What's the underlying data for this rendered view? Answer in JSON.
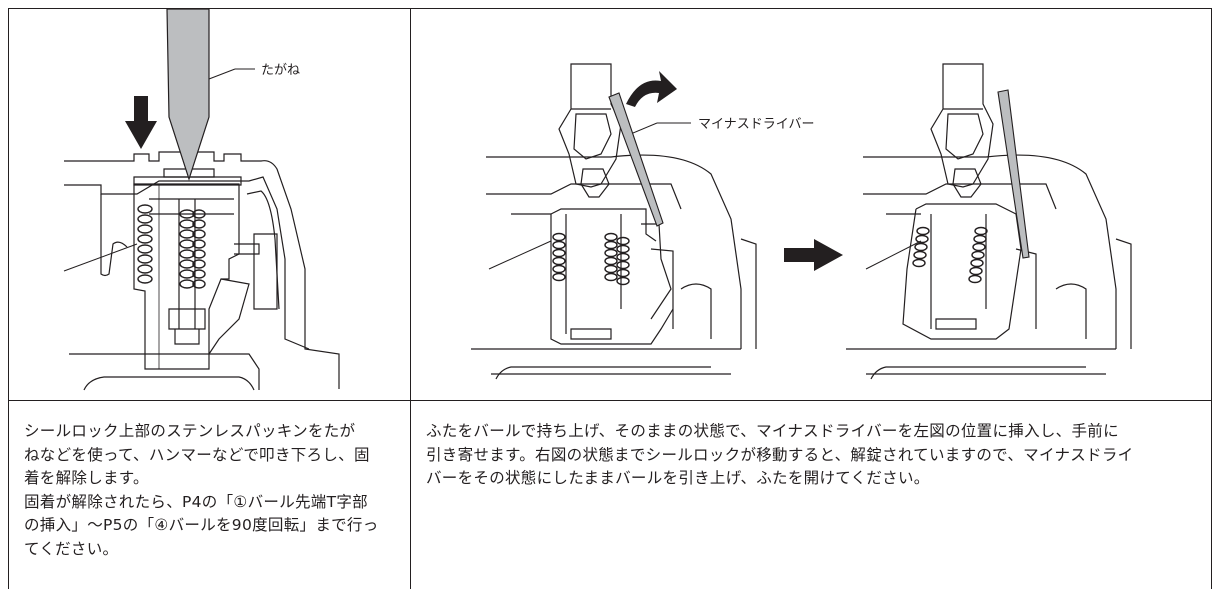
{
  "left_panel": {
    "label": "たがね",
    "caption": "シールロック上部のステンレスパッキンをたが\nねなどを使って、ハンマーなどで叩き下ろし、固\n着を解除します。\n固着が解除されたら、P4の「①バール先端T字部\nの挿入」～P5の「④バールを90度回転」まで行っ\nてください。"
  },
  "right_panel": {
    "label": "マイナスドライバー",
    "caption": "ふたをバールで持ち上げ、そのままの状態で、マイナスドライバーを左図の位置に挿入し、手前に\n引き寄せます。右図の状態までシールロックが移動すると、解錠されていますので、マイナスドライ\nバーをその状態にしたままバールを引き上げ、ふたを開けてください。"
  },
  "colors": {
    "line": "#231f20",
    "tool_fill": "#bcbec0",
    "arrow": "#231f20"
  }
}
